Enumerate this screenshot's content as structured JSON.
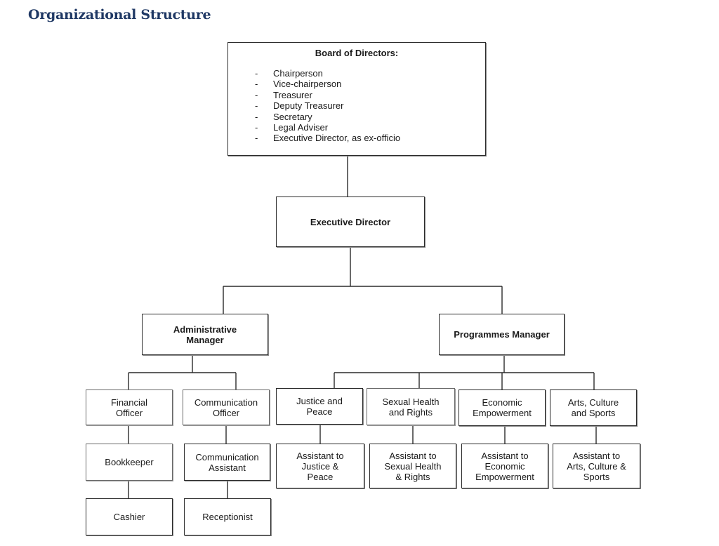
{
  "page": {
    "title": "Organizational Structure"
  },
  "board": {
    "heading": "Board of Directors:",
    "members": [
      "Chairperson",
      "Vice-chairperson",
      "Treasurer",
      "Deputy Treasurer",
      "Secretary",
      "Legal Adviser",
      "Executive Director, as ex-officio"
    ]
  },
  "executive_director": {
    "label": "Executive Director"
  },
  "managers": {
    "administrative": [
      "Administrative",
      "Manager"
    ],
    "programmes": "Programmes Manager"
  },
  "admin_units": {
    "financial_officer": [
      "Financial",
      "Officer"
    ],
    "communication_officer": [
      "Communication",
      "Officer"
    ],
    "bookkeeper": "Bookkeeper",
    "communication_assistant": [
      "Communication",
      "Assistant"
    ],
    "cashier": "Cashier",
    "receptionist": "Receptionist"
  },
  "programme_units": {
    "justice": [
      "Justice and",
      "Peace"
    ],
    "sexual_health": [
      "Sexual Health",
      "and Rights"
    ],
    "economic": [
      "Economic",
      "Empowerment"
    ],
    "arts": [
      "Arts, Culture",
      "and Sports"
    ],
    "assistant_justice": [
      "Assistant to",
      "Justice &",
      "Peace"
    ],
    "assistant_sexual_health": [
      "Assistant to",
      "Sexual Health",
      "& Rights"
    ],
    "assistant_economic": [
      "Assistant to",
      "Economic",
      "Empowerment"
    ],
    "assistant_arts": [
      "Assistant to",
      "Arts, Culture &",
      "Sports"
    ]
  },
  "style": {
    "title_color": "#1f3864",
    "line_color": "#2b2b2b"
  }
}
